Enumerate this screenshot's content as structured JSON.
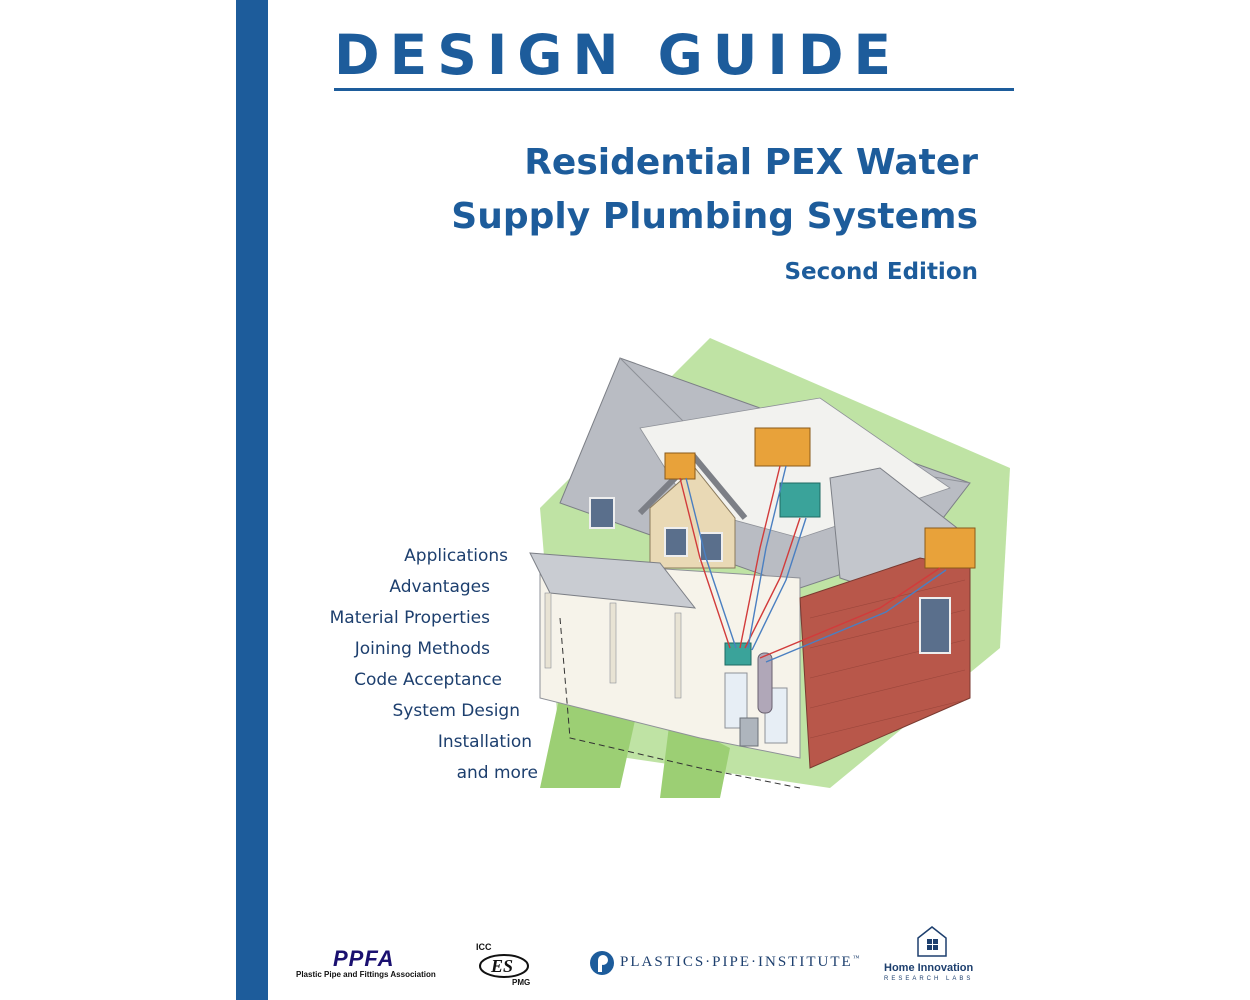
{
  "cover": {
    "title": "DESIGN GUIDE",
    "subtitle_line1": "Residential PEX Water",
    "subtitle_line2": "Supply Plumbing Systems",
    "edition": "Second Edition",
    "topics": [
      "Applications",
      "Advantages",
      "Material Properties",
      "Joining Methods",
      "Code Acceptance",
      "System Design",
      "Installation",
      "and more"
    ],
    "brand_color": "#1d5c9b"
  },
  "logos": {
    "ppfa": {
      "mark": "PPFA",
      "name": "Plastic Pipe and Fittings Association"
    },
    "plastics_pipe_institute": {
      "name": "PLASTICS·PIPE·INSTITUTE",
      "tm": "™"
    },
    "home_innovation": {
      "name": "Home Innovation",
      "sub": "RESEARCH LABS"
    }
  }
}
